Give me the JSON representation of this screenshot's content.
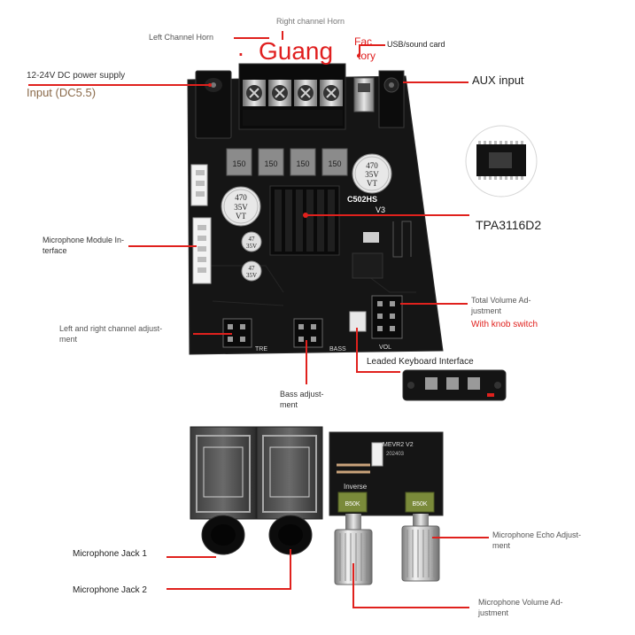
{
  "labels": {
    "right_channel_horn": "Right channel Horn",
    "left_channel_horn": "Left Channel Horn",
    "usb_sound_card": "USB/sound card",
    "power_line1": "12-24V DC power supply",
    "power_line2": "Input (DC5.5)",
    "aux_input": "AUX input",
    "tpa": "TPA3116D2",
    "mic_module_1": "Microphone Module In-",
    "mic_module_2": "terface",
    "total_volume_1": "Total Volume Ad-",
    "total_volume_2": "justment",
    "knob_switch": "With knob switch",
    "lr_adjust_1": "Left and right channel adjust-",
    "lr_adjust_2": "ment",
    "keyboard": "Leaded Keyboard Interface",
    "bass_1": "Bass adjust-",
    "bass_2": "ment",
    "jack1": "Microphone Jack 1",
    "jack2": "Microphone Jack 2",
    "echo_adjust": "Microphone Echo Adjust-",
    "echo_adjust_2": "ment",
    "mic_volume_1": "Microphone Volume Ad-",
    "mic_volume_2": "justment"
  },
  "watermark": {
    "dot": ".",
    "brand": "Guang",
    "fac_1": "Fac",
    "fac_2": "tory"
  },
  "board": {
    "cap_470_top": "470",
    "cap_35v_top": "35V",
    "cap_vt_top": "VT",
    "cap_470_left": "470",
    "cap_35v_left": "35V",
    "cap_vt_left": "VT",
    "cap47_a": "47",
    "cap47_a2": "35V",
    "cap47_b": "47",
    "cap47_b2": "35V",
    "inductor": "150",
    "model": "C502HS",
    "version": "V3",
    "tre": "TRE",
    "bass": "BASS",
    "vol": "VOL",
    "mic_board_model": "MEVR2 V2",
    "mic_board_date": "202403",
    "inverse": "Inverse",
    "pot_a": "B50K",
    "pot_b": "B50K"
  },
  "colors": {
    "accent_red": "#e0211d",
    "pcb": "#141414",
    "text": "#333333"
  }
}
